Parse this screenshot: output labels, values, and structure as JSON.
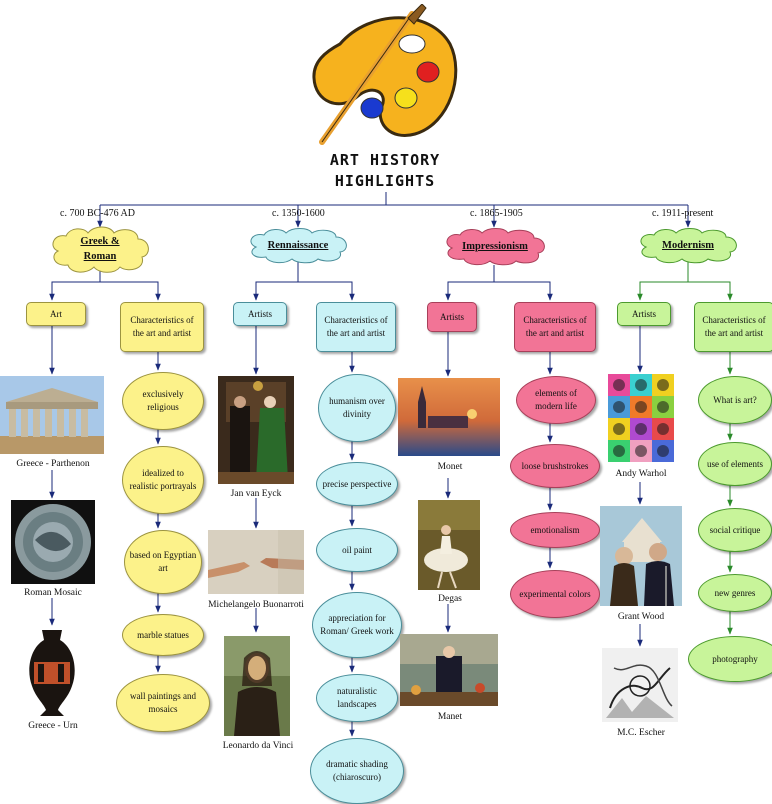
{
  "title": {
    "line1": "Art History",
    "line2": "Highlights"
  },
  "colors": {
    "greek": "#fcf28a",
    "renaissance": "#c9f2f6",
    "impressionism": "#f27496",
    "modernism": "#c8f49a",
    "line": "#1a2a7a"
  },
  "icons": {
    "palette": "palette-brush-icon"
  },
  "columns": [
    {
      "date": "c. 700 BC-476 AD",
      "era": "Greek & Roman",
      "left_label": "Art",
      "right_label": "Characteristics of the art and artist",
      "works": [
        "Greece - Parthenon",
        "Roman Mosaic",
        "Greece - Urn"
      ],
      "traits": [
        "exclusively religious",
        "idealized to realistic portrayals",
        "based on Egyptian art",
        "marble statues",
        "wall paintings and mosaics"
      ]
    },
    {
      "date": "c. 1350-1600",
      "era": "Rennaissance",
      "left_label": "Artists",
      "right_label": "Characteristics of the art and artist",
      "works": [
        "Jan van Eyck",
        "Michelangelo Buonarroti",
        "Leonardo da Vinci"
      ],
      "traits": [
        "humanism over divinity",
        "precise perspective",
        "oil paint",
        "appreciation for Roman/ Greek work",
        "naturalistic landscapes",
        "dramatic shading (chiaroscuro)"
      ]
    },
    {
      "date": "c. 1865-1905",
      "era": "Impressionism",
      "left_label": "Artists",
      "right_label": "Characteristics of the art and artist",
      "works": [
        "Monet",
        "Degas",
        "Manet"
      ],
      "traits": [
        "elements of modern life",
        "loose brushstrokes",
        "emotionalism",
        "experimental colors"
      ]
    },
    {
      "date": "c. 1911-present",
      "era": "Modernism",
      "left_label": "Artists",
      "right_label": "Characteristics of the art and artist",
      "works": [
        "Andy Warhol",
        "Grant Wood",
        "M.C. Escher"
      ],
      "traits": [
        "What is art?",
        "use of elements",
        "social critique",
        "new genres",
        "photography"
      ]
    }
  ]
}
